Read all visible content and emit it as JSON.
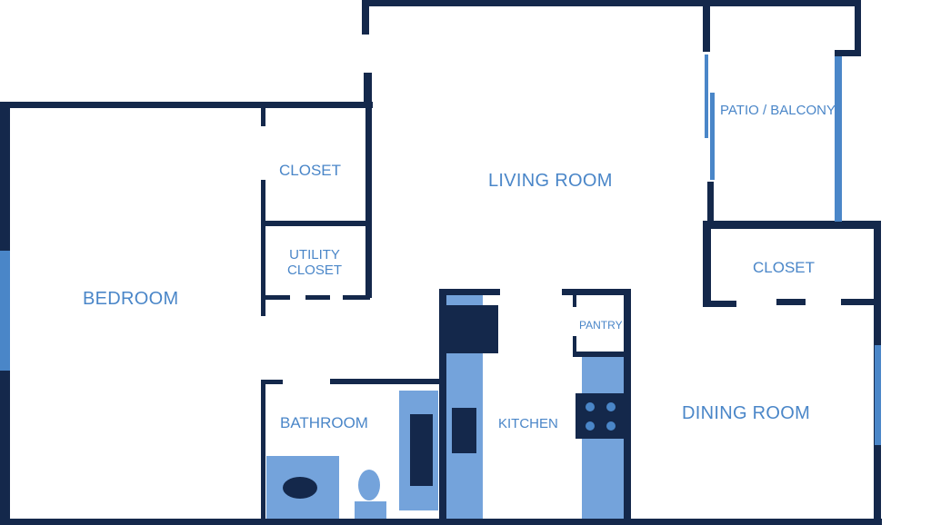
{
  "colors": {
    "wall": "#14284b",
    "window": "#4a86c8",
    "fixture": "#74a3db",
    "appliance": "#14284b",
    "label": "#4a86c8",
    "background": "#ffffff"
  },
  "rooms": {
    "bedroom": "BEDROOM",
    "closet_bedroom": "CLOSET",
    "utility_closet_line1": "UTILITY",
    "utility_closet_line2": "CLOSET",
    "living_room": "LIVING ROOM",
    "patio": "PATIO / BALCONY",
    "closet_dining": "CLOSET",
    "pantry": "PANTRY",
    "bathroom": "BATHROOM",
    "kitchen": "KITCHEN",
    "dining_room": "DINING ROOM"
  }
}
